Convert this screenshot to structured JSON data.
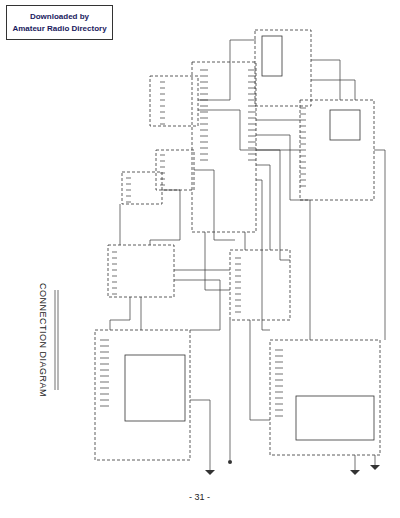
{
  "diagram": {
    "title": "CONNECTION DIAGRAM",
    "nodes": [
      {
        "text": [
          "Downloaded by",
          "Amateur Radio Directory"
        ]
      }
    ],
    "labels": [
      "- 31 -"
    ]
  }
}
